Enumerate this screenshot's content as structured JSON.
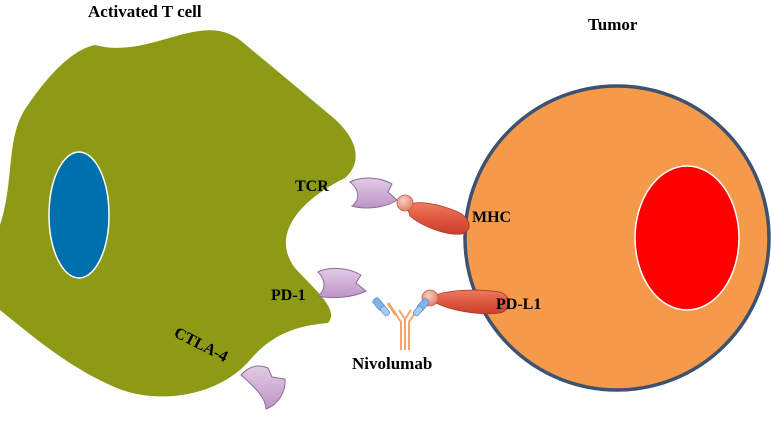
{
  "labels": {
    "t_cell": "Activated T cell",
    "tumor": "Tumor",
    "tcr": "TCR",
    "pd1": "PD-1",
    "ctla4": "CTLA-4",
    "mhc": "MHC",
    "pdl1": "PD-L1",
    "nivolumab": "Nivolumab"
  },
  "colors": {
    "t_cell_body": "#8c9a16",
    "t_cell_nucleus": "#0070ac",
    "tumor_body": "#f59a4a",
    "tumor_border": "#3d5170",
    "tumor_nucleus": "#ff0000",
    "receptor": "#cfaed6",
    "ligand": "#e0573f",
    "ligand_head": "#f09080",
    "antibody_heavy": "#f4b183",
    "antibody_light": "#7fb3e8"
  },
  "icons": {
    "tcr_receptor": "receptor-icon",
    "pd1_receptor": "receptor-icon",
    "ctla4_receptor": "receptor-icon",
    "mhc_ligand": "ligand-icon",
    "pdl1_ligand": "ligand-icon",
    "nivolumab": "antibody-icon"
  }
}
